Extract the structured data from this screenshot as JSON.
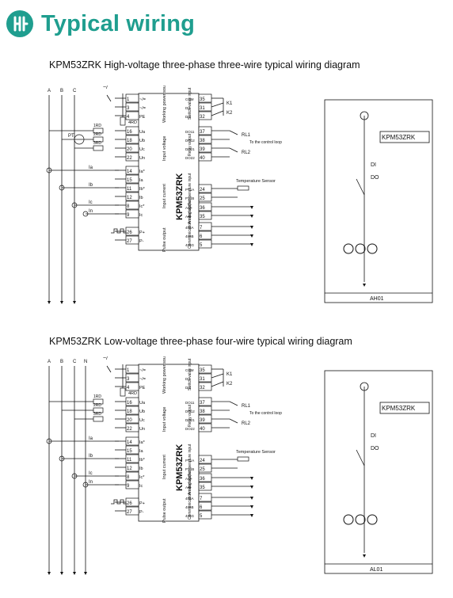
{
  "header": {
    "title": "Typical wiring"
  },
  "diagrams": [
    {
      "caption": "KPM53ZRK High-voltage three-phase three-wire typical wiring diagram",
      "model": "KPM53ZRK",
      "bus_labels": [
        "A",
        "B",
        "C"
      ],
      "fuse_top": "4RD",
      "pt_label": "PT",
      "fuses_pt": [
        "1RD",
        "2RD",
        "3RD"
      ],
      "current_labels": [
        "Ia",
        "Ib",
        "Ic",
        "In"
      ],
      "terminals_left": [
        {
          "num": "1",
          "sig": "~/="
        },
        {
          "num": "3",
          "sig": "~/="
        },
        {
          "num": "4",
          "sig": "PE"
        },
        {
          "num": "16",
          "sig": "Ua"
        },
        {
          "num": "18",
          "sig": "Ub"
        },
        {
          "num": "20",
          "sig": "Uc"
        },
        {
          "num": "22",
          "sig": "Un"
        },
        {
          "num": "14",
          "sig": "Ia*"
        },
        {
          "num": "15",
          "sig": "Ia"
        },
        {
          "num": "11",
          "sig": "Ib*"
        },
        {
          "num": "12",
          "sig": "Ib"
        },
        {
          "num": "8",
          "sig": "Ic*"
        },
        {
          "num": "9",
          "sig": "Ic"
        },
        {
          "num": "26",
          "sig": "P+"
        },
        {
          "num": "27",
          "sig": "P-"
        }
      ],
      "terminals_right": [
        {
          "sig": "COM",
          "num": "35"
        },
        {
          "sig": "DI1",
          "num": "31"
        },
        {
          "sig": "DI2",
          "num": "32"
        },
        {
          "sig": "DO11",
          "num": "37"
        },
        {
          "sig": "DO12",
          "num": "38"
        },
        {
          "sig": "DO21",
          "num": "39"
        },
        {
          "sig": "DO22",
          "num": "40"
        },
        {
          "sig": "PT1A",
          "num": "24"
        },
        {
          "sig": "PT1B",
          "num": "25"
        },
        {
          "sig": "AO+",
          "num": "36"
        },
        {
          "sig": "AO-",
          "num": "35"
        },
        {
          "sig": "485A",
          "num": "7"
        },
        {
          "sig": "485B",
          "num": "6"
        },
        {
          "sig": "485G",
          "num": "5"
        }
      ],
      "group_labels_left": [
        "Working power source",
        "Input voltage",
        "Input current",
        "Pulse output"
      ],
      "group_labels_right": [
        "Switch value input",
        "Relay output",
        "Temperature input",
        "Analog output",
        "Communication interface"
      ],
      "switch_labels": [
        "K1",
        "K2"
      ],
      "relay_labels": [
        "RL1",
        "To the control loop",
        "RL2"
      ],
      "temp_sensor": "Temperature Sensor",
      "panel": {
        "model": "KPM53ZRK",
        "di": "DI",
        "do": "DO",
        "code": "AH01"
      }
    },
    {
      "caption": "KPM53ZRK Low-voltage three-phase four-wire typical wiring diagram",
      "model": "KPM53ZRK",
      "bus_labels": [
        "A",
        "B",
        "C",
        "N"
      ],
      "fuse_top": "4RD",
      "fuses_pt": [
        "1RD",
        "2RD",
        "3RD"
      ],
      "current_labels": [
        "Ia",
        "Ib",
        "Ic",
        "In"
      ],
      "terminals_left": [
        {
          "num": "1",
          "sig": "~/="
        },
        {
          "num": "3",
          "sig": "~/="
        },
        {
          "num": "4",
          "sig": "PE"
        },
        {
          "num": "16",
          "sig": "Ua"
        },
        {
          "num": "18",
          "sig": "Ub"
        },
        {
          "num": "20",
          "sig": "Uc"
        },
        {
          "num": "22",
          "sig": "Un"
        },
        {
          "num": "14",
          "sig": "Ia*"
        },
        {
          "num": "15",
          "sig": "Ia"
        },
        {
          "num": "11",
          "sig": "Ib*"
        },
        {
          "num": "12",
          "sig": "Ib"
        },
        {
          "num": "8",
          "sig": "Ic*"
        },
        {
          "num": "9",
          "sig": "Ic"
        },
        {
          "num": "26",
          "sig": "P+"
        },
        {
          "num": "27",
          "sig": "P-"
        }
      ],
      "terminals_right": [
        {
          "sig": "COM",
          "num": "35"
        },
        {
          "sig": "DI1",
          "num": "31"
        },
        {
          "sig": "DI2",
          "num": "32"
        },
        {
          "sig": "DO11",
          "num": "37"
        },
        {
          "sig": "DO12",
          "num": "38"
        },
        {
          "sig": "DO21",
          "num": "39"
        },
        {
          "sig": "DO22",
          "num": "40"
        },
        {
          "sig": "PT1A",
          "num": "24"
        },
        {
          "sig": "PT1B",
          "num": "25"
        },
        {
          "sig": "AO+",
          "num": "36"
        },
        {
          "sig": "AO-",
          "num": "35"
        },
        {
          "sig": "485A",
          "num": "7"
        },
        {
          "sig": "485B",
          "num": "6"
        },
        {
          "sig": "485G",
          "num": "5"
        }
      ],
      "group_labels_left": [
        "Working power source",
        "Input voltage",
        "Input current",
        "Pulse output"
      ],
      "group_labels_right": [
        "Switch value input",
        "Relay output",
        "Temperature input",
        "Analog output",
        "Communication interface"
      ],
      "switch_labels": [
        "K1",
        "K2"
      ],
      "relay_labels": [
        "RL1",
        "To the control loop",
        "RL2"
      ],
      "temp_sensor": "Temperature Sensor",
      "panel": {
        "model": "KPM53ZRK",
        "di": "DI",
        "do": "DO",
        "code": "AL01"
      }
    }
  ]
}
